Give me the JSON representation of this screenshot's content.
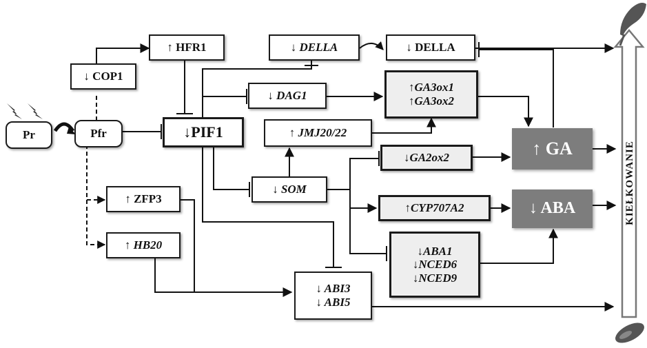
{
  "nodes": {
    "pr": "Pr",
    "pfr": "Pfr",
    "cop1": "↓ COP1",
    "hfr1": "↑ HFR1",
    "pif1": "↓PIF1",
    "della_gene": "↓ DELLA",
    "della_protein": "↓ DELLA",
    "dag1": "↓ DAG1",
    "ga3ox1": "↑GA3ox1",
    "ga3ox2": "↑GA3ox2",
    "jmj": "↑ JMJ20/22",
    "ga": "↑ GA",
    "ga2ox2": "↓GA2ox2",
    "som": "↓ SOM",
    "cyp": "↑CYP707A2",
    "aba": "↓ ABA",
    "zfp3": "↑ ZFP3",
    "hb20": "↑ HB20",
    "aba1": "↓ABA1",
    "nced6": "↓NCED6",
    "nced9": "↓NCED9",
    "abi3": "↓ ABI3",
    "abi5": "↓ ABI5"
  },
  "outcome": "KIEŁKOWANIE",
  "icons": [
    "lightning-icon",
    "curved-arrow-icon",
    "seed-icon",
    "seedling-icon"
  ]
}
